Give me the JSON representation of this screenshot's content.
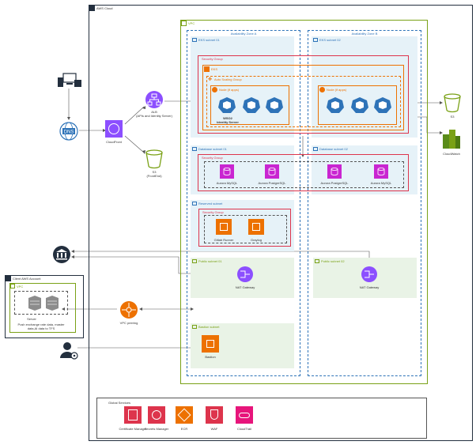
{
  "groups": {
    "aws_cloud": "AWS Cloud",
    "vpc": "VPC",
    "az_a": "Availability Zone A",
    "az_b": "Availability Zone B",
    "eks_subnet_01": "EKS subnet 01",
    "eks_subnet_02": "EKS subnet 02",
    "security_group": "Security Group",
    "eks": "EKS",
    "auto_scaling_group": "Auto Scaling Group",
    "node_a": "Node (if apps)",
    "node_b": "Node (if apps)",
    "db_subnet_01": "Database subnet 01",
    "db_subnet_02": "Database subnet 02",
    "reserved_subnet": "Reserved subnet",
    "public_subnet_01": "Public subnet 01",
    "public_subnet_02": "Public subnet 02",
    "bastion_subnet": "Bastion subnet",
    "client_aws_account": "Client AWS Account",
    "client_vpc": "VPC",
    "global_services": "Global Services"
  },
  "labels": {
    "alb_line1": "ALB",
    "alb_line2": "(APIs and Identity Server)",
    "cloudfront": "CloudFront",
    "s3_frontend_line1": "S3",
    "s3_frontend_line2": "(FrontEnd)",
    "wso2_line1": "WSO2",
    "wso2_line2": "Identity Server",
    "s3_right": "S3",
    "cloudwatch": "CloudWatch",
    "aurora_mysql_1": "Aurora MySQL",
    "aurora_pg_1": "Aurora PostgreSQL",
    "aurora_pg_2": "Aurora PostgreSQL",
    "aurora_mysql_2": "Aurora MySQL",
    "gitlab_runner": "Gitlab Runner",
    "graylog": "Graylog",
    "nat_gateway_1": "NAT Gateway",
    "nat_gateway_2": "NAT Gateway",
    "bastion": "Bastion",
    "vpc_peering": "VPC peering",
    "server": "Server",
    "server_note_line1": "Push exchange rate data, master",
    "server_note_line2": "data,AI data to TFS"
  },
  "global_services": [
    {
      "name": "Certificate Manager",
      "color": "#dd344c"
    },
    {
      "name": "Secrets Manager",
      "color": "#dd344c"
    },
    {
      "name": "ECR",
      "color": "#ed7100"
    },
    {
      "name": "WAF",
      "color": "#dd344c"
    },
    {
      "name": "CloudTrail",
      "color": "#e7157b"
    }
  ],
  "colors": {
    "aws_orange": "#ed7100",
    "aws_purple": "#8c4fff",
    "aws_green": "#7aa116",
    "aws_blue": "#2e73b8",
    "db_magenta": "#c925d1",
    "security_red": "#dd344c",
    "subnet_blue": "#e6f2f8",
    "subnet_green": "#e9f3e6"
  }
}
